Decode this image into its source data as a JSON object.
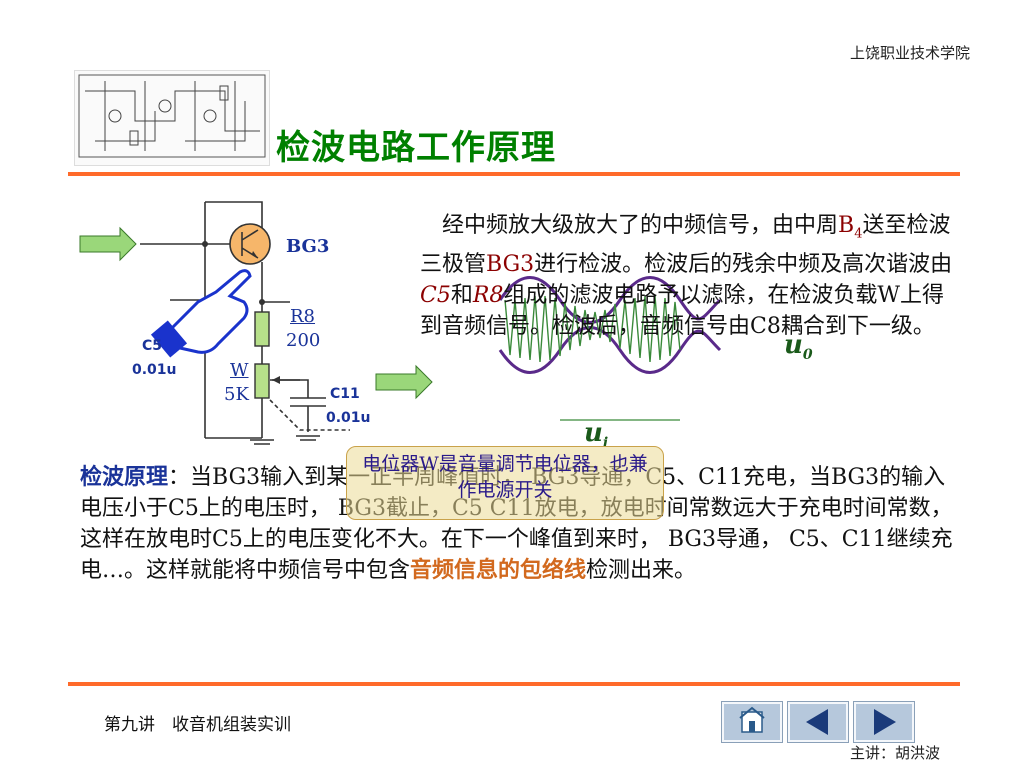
{
  "header": {
    "school": "上饶职业技术学院",
    "title": "检波电路工作原理"
  },
  "circuit": {
    "bg3": "BG3",
    "r8_name": "R8",
    "r8_value": "200",
    "w_name": "W",
    "w_value": "5K",
    "c5_name": "C5",
    "c5_value": "0.01u",
    "c11_name": "C11",
    "c11_value": "0.01u",
    "u_out": "u",
    "u_out_sub": "0",
    "u_in": "u",
    "u_in_sub": "i"
  },
  "description": {
    "p1": "经中频放大级放大了的中频信号，由中周",
    "b": "B",
    "b_sub": "4",
    "p2": "送至检波三极管",
    "bg3": "BG3",
    "p3": "进行检波。检波后的残余中频及高次谐波由",
    "c5": "C5",
    "and": "和",
    "r8": "R8",
    "p4": "组成的滤波电路予以滤除，在检波负载W上得到音频信号。检波后，音频信号由C8耦合到下一级。"
  },
  "callout": {
    "text": "电位器W是音量调节电位器，也兼作电源开关"
  },
  "principle": {
    "head": "检波原理",
    "colon": "：",
    "text": "当BG3输入到某一正半周峰值时， BG3导通，C5、C11充电，当BG3的输入电压小于C5上的电压时， BG3截止，C5 C11放电，放电时间常数远大于充电时间常数，这样在放电时C5上的电压变化不大。在下一个峰值到来时， BG3导通， C5、C11继续充电…。这样就能将中频信号中包含",
    "emphasis": "音频信息的包络线",
    "tail": "检测出来。"
  },
  "footer": {
    "lecture": "第九讲　收音机组装实训",
    "lecturer": "主讲：胡洪波"
  },
  "nav": {
    "home_icon": "home-icon",
    "prev_icon": "triangle-left-icon",
    "next_icon": "triangle-right-icon"
  },
  "colors": {
    "title": "#008000",
    "rule": "#ff6a2a",
    "highlight": "#8b0000",
    "emphasis": "#d2691e",
    "nav": "#b6c8dc"
  }
}
